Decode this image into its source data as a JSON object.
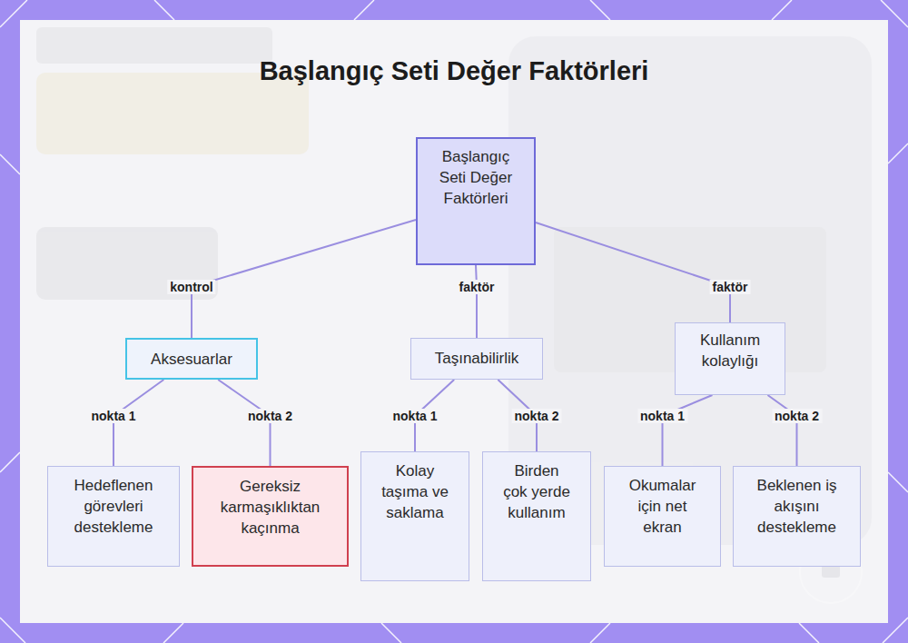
{
  "diagram": {
    "title": "Başlangıç Seti Değer Faktörleri",
    "nodes": [
      {
        "text": [
          "Başlangıç Seti Değer Faktörleri"
        ]
      },
      {
        "text": [
          "Aksesuarlar"
        ]
      },
      {
        "text": [
          "Taşınabilirlik"
        ]
      },
      {
        "text": [
          "Kullanım kolaylığı"
        ]
      },
      {
        "text": [
          "Hedeflenen görevleri destekleme"
        ]
      },
      {
        "text": [
          "Gereksiz karmaşıklıktan kaçınma"
        ]
      },
      {
        "text": [
          "Kolay taşıma ve saklama"
        ]
      },
      {
        "text": [
          "Birden çok yerde kullanım"
        ]
      },
      {
        "text": [
          "Okumalar için net ekran"
        ]
      },
      {
        "text": [
          "Beklenen iş akışını destekleme"
        ]
      }
    ],
    "edges": [
      {
        "from": 0,
        "to": 1,
        "label": "kontrol",
        "arrow": "none"
      },
      {
        "from": 0,
        "to": 2,
        "label": "faktör",
        "arrow": "none"
      },
      {
        "from": 0,
        "to": 3,
        "label": "faktör",
        "arrow": "none"
      },
      {
        "from": 1,
        "to": 4,
        "label": "nokta 1",
        "arrow": "none"
      },
      {
        "from": 1,
        "to": 5,
        "label": "nokta 2",
        "arrow": "none"
      },
      {
        "from": 2,
        "to": 6,
        "label": "nokta 1",
        "arrow": "none"
      },
      {
        "from": 2,
        "to": 7,
        "label": "nokta 2",
        "arrow": "none"
      },
      {
        "from": 3,
        "to": 8,
        "label": "nokta 1",
        "arrow": "none"
      },
      {
        "from": 3,
        "to": 9,
        "label": "nokta 2",
        "arrow": "none"
      }
    ]
  }
}
